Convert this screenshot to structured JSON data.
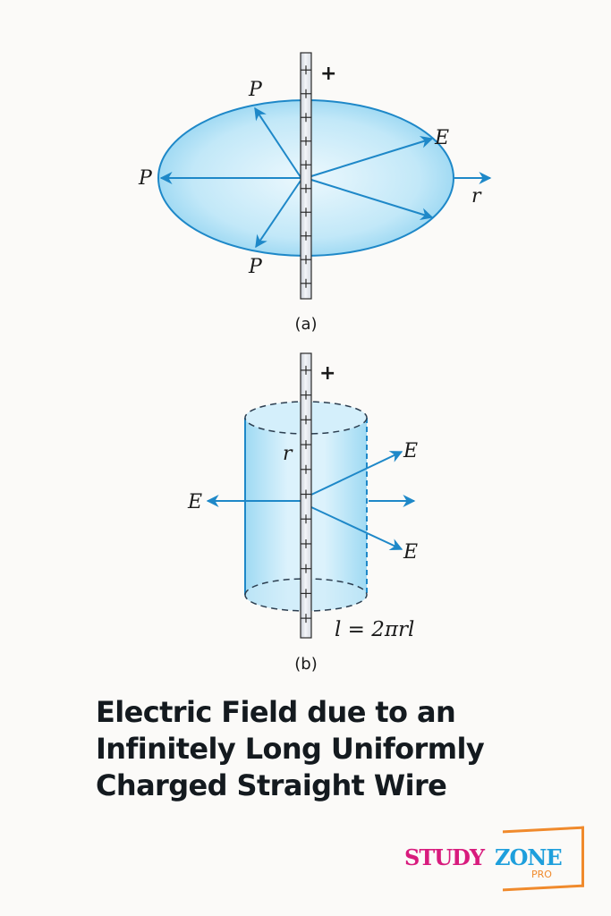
{
  "diagram_a": {
    "caption": "(a)",
    "charge_sign": "+",
    "point_labels": [
      "P",
      "P",
      "P"
    ],
    "field_label": "E",
    "radius_label": "r",
    "wire_charge_marks": 10
  },
  "diagram_b": {
    "caption": "(b)",
    "charge_sign": "+",
    "radius_label": "r",
    "field_labels": [
      "E",
      "E",
      "E"
    ],
    "area_formula": "l = 2πrl",
    "wire_charge_marks": 11
  },
  "title": {
    "lines": [
      "Electric Field due to an",
      "Infinitely Long Uniformly",
      "Charged Straight Wire"
    ]
  },
  "logo": {
    "word1": "STUDY",
    "word2": "ZONE",
    "sub": "PRO"
  },
  "colors": {
    "field_blue": "#1e88c8",
    "fill_light": "#d8f0fb",
    "fill_edge": "#8fd3f0",
    "wire_fill": "#e4e8ee",
    "logo_pink": "#d81b7d",
    "logo_blue": "#1e9fdc",
    "logo_orange": "#f08a2c"
  }
}
